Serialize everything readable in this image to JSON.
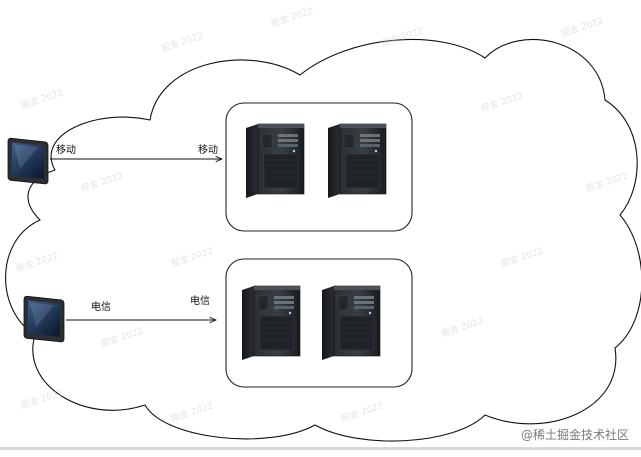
{
  "diagram": {
    "top_link": {
      "device_label": "移动",
      "arrow_label": "移动"
    },
    "bottom_link": {
      "device_label": "电信",
      "arrow_label": "电信"
    }
  },
  "watermark": {
    "text": "掘金 2022"
  },
  "footer": {
    "credit": "@稀土掘金技术社区"
  },
  "icons": {
    "client": "tablet-icon",
    "server": "server-tower-icon",
    "network": "cloud-shape"
  },
  "colors": {
    "line": "#111111",
    "box_stroke": "#222222",
    "background": "#ffffff",
    "server_body": "#1c1f22"
  }
}
